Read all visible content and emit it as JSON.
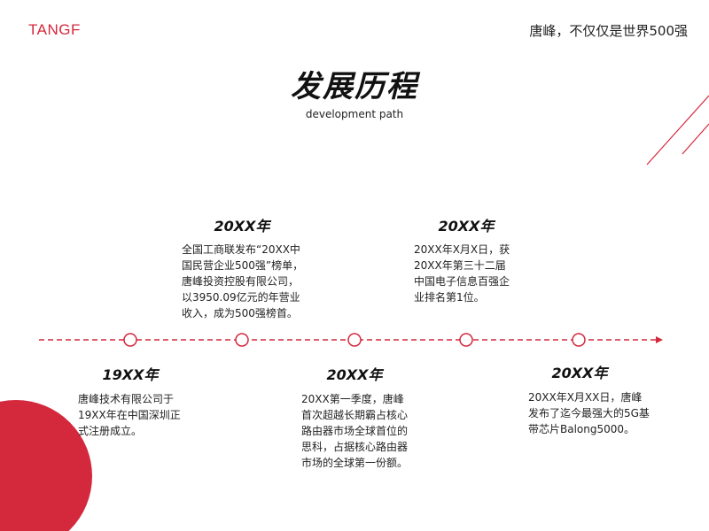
{
  "header": {
    "brand": "TANGF",
    "slogan": "唐峰，不仅仅是世界500强"
  },
  "title": "发展历程",
  "subtitle": "development path",
  "milestones": [
    {
      "year": "19XX年",
      "text": "唐峰技术有限公司于19XX年在中国深圳正式注册成立。"
    },
    {
      "year": "20XX年",
      "text": "全国工商联发布“20XX中国民营企业500强”榜单，唐峰投资控股有限公司，以3950.09亿元的年营业收入，成为500强榜首。"
    },
    {
      "year": "20XX年",
      "text": "20XX第一季度，唐峰首次超越长期霸占核心路由器市场全球首位的思科，占据核心路由器市场的全球第一份额。"
    },
    {
      "year": "20XX年",
      "text": "20XX年X月X日，获20XX年第三十二届中国电子信息百强企业排名第1位。"
    },
    {
      "year": "20XX年",
      "text": "20XX年X月XX日，唐峰发布了迄今最强大的5G基带芯片Balong5000。"
    }
  ],
  "colors": {
    "accent": "#d4283c"
  }
}
